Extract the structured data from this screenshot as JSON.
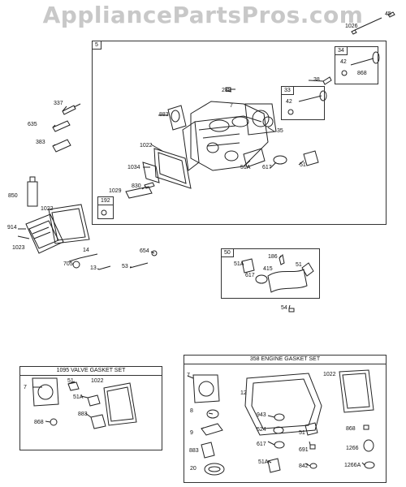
{
  "watermark": "AppliancePartsPros.com",
  "boxes": {
    "main": "5",
    "valve_34": "34",
    "valve_33": "33",
    "b192": "192",
    "intake": "50",
    "valve_gasket_set": "1095 VALVE GASKET SET",
    "engine_gasket_set": "358 ENGINE GASKET SET"
  },
  "labels": {
    "l45": "45",
    "l1026": "1026",
    "l42a": "42",
    "l868a": "868",
    "l38": "38",
    "l238": "238",
    "l42b": "42",
    "l7a": "7",
    "l883a": "883",
    "l35": "35",
    "l1022a": "1022",
    "l1034": "1034",
    "l51Aa": "51A",
    "l617a": "617",
    "l51a": "51",
    "l1029": "1029",
    "l830": "830",
    "l337": "337",
    "l635": "635",
    "l383": "383",
    "l850": "850",
    "l1022b": "1022",
    "l914": "914",
    "l1023": "1023",
    "l14": "14",
    "l705": "705",
    "l13": "13",
    "l654": "654",
    "l53": "53",
    "l186": "186",
    "l51Ab": "51A",
    "l415": "415",
    "l51b": "51",
    "l617b": "617",
    "l54": "54",
    "v7": "7",
    "v51": "51",
    "v1022": "1022",
    "v51A": "51A",
    "v883": "883",
    "v868": "868",
    "e7": "7",
    "e1022": "1022",
    "e12": "12",
    "e8": "8",
    "e943": "943",
    "e9": "9",
    "e524": "524",
    "e51": "51",
    "e868": "868",
    "e883": "883",
    "e617": "617",
    "e691": "691",
    "e1266": "1266",
    "e20": "20",
    "e51A": "51A",
    "e842": "842",
    "e1266A": "1266A"
  }
}
